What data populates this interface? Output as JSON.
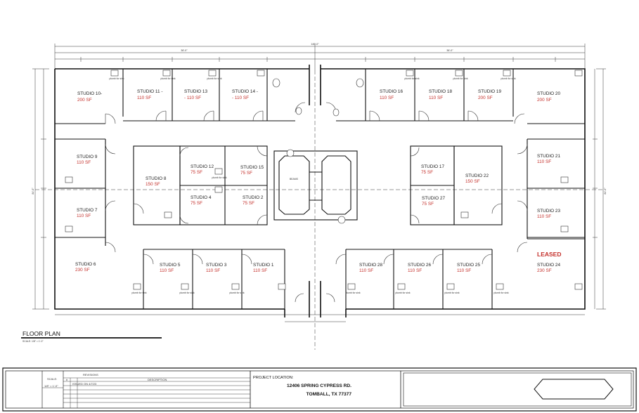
{
  "studios": [
    {
      "id": "studio-10",
      "name": "STUDIO 10-",
      "area": "200 SF"
    },
    {
      "id": "studio-11",
      "name": "STUDIO 11 -",
      "area": "110 SF"
    },
    {
      "id": "studio-13",
      "name": "STUDIO 13",
      "area": "- 110 SF"
    },
    {
      "id": "studio-14",
      "name": "STUDIO 14 -",
      "area": "- 110 SF"
    },
    {
      "id": "studio-16",
      "name": "STUDIO 16",
      "area": "110 SF"
    },
    {
      "id": "studio-18",
      "name": "STUDIO 18",
      "area": "110 SF"
    },
    {
      "id": "studio-19",
      "name": "STUDIO 19",
      "area": "200 SF"
    },
    {
      "id": "studio-20",
      "name": "STUDIO 20",
      "area": "200 SF"
    },
    {
      "id": "studio-9",
      "name": "STUDIO 9",
      "area": "110 SF"
    },
    {
      "id": "studio-7",
      "name": "STUDIO 7",
      "area": "110 SF"
    },
    {
      "id": "studio-8",
      "name": "STUDIO 8",
      "area": "150 SF"
    },
    {
      "id": "studio-12",
      "name": "STUDIO 12",
      "area": "75 SF"
    },
    {
      "id": "studio-15",
      "name": "STUDIO 15",
      "area": "75 SF"
    },
    {
      "id": "studio-4",
      "name": "STUDIO 4",
      "area": "75 SF"
    },
    {
      "id": "studio-2",
      "name": "STUDIO 2",
      "area": "75 SF"
    },
    {
      "id": "studio-17",
      "name": "STUDIO 17",
      "area": "75 SF"
    },
    {
      "id": "studio-27",
      "name": "STUDIO 27",
      "area": "75 SF"
    },
    {
      "id": "studio-22",
      "name": "STUDIO 22",
      "area": "150 SF"
    },
    {
      "id": "studio-21",
      "name": "STUDIO 21",
      "area": "110 SF"
    },
    {
      "id": "studio-23",
      "name": "STUDIO 23",
      "area": "110 SF"
    },
    {
      "id": "studio-6",
      "name": "STUDIO 6",
      "area": "230 SF"
    },
    {
      "id": "studio-5",
      "name": "STUDIO 5",
      "area": "110 SF"
    },
    {
      "id": "studio-3",
      "name": "STUDIO 3",
      "area": "110 SF"
    },
    {
      "id": "studio-1",
      "name": "STUDIO 1",
      "area": "110 SF"
    },
    {
      "id": "studio-28",
      "name": "STUDIO 28",
      "area": "110 SF"
    },
    {
      "id": "studio-26",
      "name": "STUDIO 26",
      "area": "110 SF"
    },
    {
      "id": "studio-25",
      "name": "STUDIO 25",
      "area": "110 SF"
    },
    {
      "id": "studio-24",
      "name": "STUDIO 24",
      "area": "230 SF"
    }
  ],
  "leased_label": "LEASED",
  "floor_plan": {
    "title": "FLOOR PLAN",
    "scale": "SCALE: 1/8\" = 1'-0\""
  },
  "overall_dims": {
    "width": "140'-0\"",
    "depth": "84'-0\""
  },
  "top_dims": [
    "36'-0\"",
    "36'-0\""
  ],
  "plumbing_label": "plumb for sink",
  "beams_label": "BEAMS",
  "title_block": {
    "scale_label": "SCALE:",
    "scale_value": "1/8\" = 1'-0\"",
    "revisions_label": "REVISIONS",
    "rev_header": "#",
    "description_label": "DESCRIPTION",
    "rev_entry": "ISSUED ON 4/7/23",
    "project_location_label": "PROJECT LOCATION:",
    "address_line1": "12406 SPRING CYPRESS RD.",
    "address_line2": "TOMBALL, TX 77377"
  }
}
